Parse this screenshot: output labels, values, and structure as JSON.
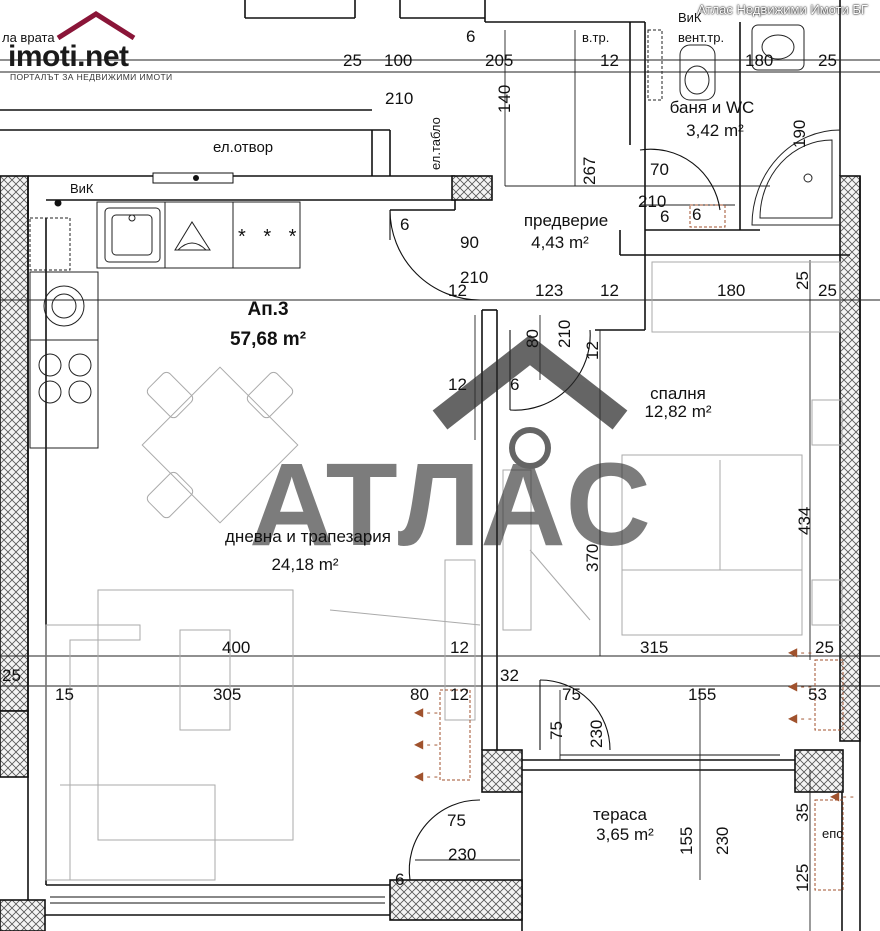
{
  "watermark": {
    "brand_text": "ATЛAC",
    "credit": "Атлас Недвижими Имоти БГ"
  },
  "logo": {
    "name": "imoti.net",
    "tagline": "ПОРТАЛЪТ ЗА НЕДВИЖИМИ ИМОТИ",
    "accent_color": "#8a1538"
  },
  "apartment": {
    "title": "Ап.3",
    "total_area": "57,68 m²"
  },
  "rooms": {
    "living": {
      "name": "дневна и трапезария",
      "area": "24,18 m²"
    },
    "hall": {
      "name": "предверие",
      "area": "4,43 m²"
    },
    "bath": {
      "name": "баня и WC",
      "area": "3,42 m²"
    },
    "bedroom": {
      "name": "спалня",
      "area": "12,82 m²"
    },
    "terrace": {
      "name": "тераса",
      "area": "3,65 m²"
    }
  },
  "labels": {
    "door_top": "ла врата",
    "el_otvor": "ел.отвор",
    "vik_left": "ВиК",
    "vik_bath": "ВиК",
    "vent": "вент.тр.",
    "vtr": "в.тр.",
    "el_tablo": "ел.табло",
    "eps": "епс"
  },
  "dimensions": [
    "25",
    "100",
    "205",
    "12",
    "180",
    "25",
    "6",
    "140",
    "210",
    "267",
    "70",
    "190",
    "210",
    "6",
    "90",
    "210",
    "12",
    "123",
    "12",
    "180",
    "25",
    "25",
    "6",
    "80",
    "210",
    "12",
    "12",
    "6",
    "370",
    "434",
    "400",
    "12",
    "315",
    "25",
    "25",
    "15",
    "305",
    "80",
    "12",
    "32",
    "75",
    "155",
    "53",
    "75",
    "230",
    "75",
    "230",
    "155",
    "230",
    "35",
    "125",
    "6",
    "6"
  ]
}
